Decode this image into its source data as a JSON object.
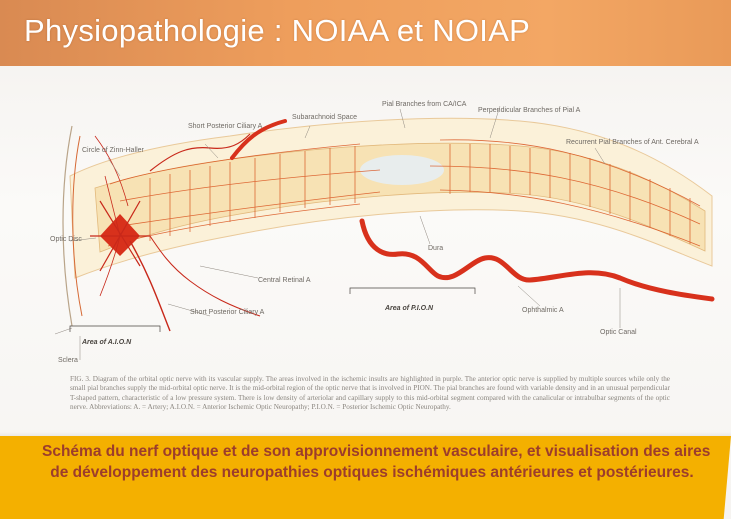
{
  "slide": {
    "title": "Physiopathologie : NOIAA et NOIAP"
  },
  "diagram": {
    "labels": {
      "circle_of_zinn_haller": "Circle of Zinn-Haller",
      "short_posterior_ciliary_a": "Short Posterior Ciliary A",
      "subarachnoid_space": "Subarachnoid Space",
      "pial_branches_of_ciliary": "Pial Branches from CA/ICA",
      "perpendicular_branches": "Perpendicular Branches of Pial A",
      "recurrent_pial_branches": "Recurrent Pial Branches of Ant. Cerebral A",
      "optic_disc": "Optic Disc",
      "dura": "Dura",
      "central_retinal_a": "Central Retinal A",
      "short_posterior_ciliary_a_lower": "Short Posterior Ciliary A",
      "area_of_pion": "Area of P.I.O.N",
      "ophthalmic_a": "Ophthalmic A",
      "optic_canal": "Optic Canal",
      "area_of_aion": "Area of A.I.O.N",
      "sclera": "Sclera"
    }
  },
  "figure_caption": "FIG. 3. Diagram of the orbital optic nerve with its vascular supply. The areas involved in the ischemic insults are highlighted in purple. The anterior optic nerve is supplied by multiple sources while only the small pial branches supply the mid-orbital optic nerve. It is the mid-orbital region of the optic nerve that is involved in PION. The pial branches are found with variable density and in an unusual perpendicular T-shaped pattern, characteristic of a low pressure system. There is low density of arteriolar and capillary supply to this mid-orbital segment compared with the canalicular or intrabulbar segments of the optic nerve. Abbreviations: A. = Artery; A.I.O.N. = Anterior Ischemic Optic Neuropathy; P.I.O.N. = Posterior Ischemic Optic Neuropathy.",
  "bottom_caption": {
    "line1": "Schéma du nerf optique et de son approvisionnement vasculaire, et visualisation des aires",
    "line2": "de développement des neuropathies optiques ischémiques antérieures et  postérieures."
  },
  "colors": {
    "title_bar": "#ee9e5c",
    "bottom_band": "#f4b000",
    "caption_text": "#9c3d2c",
    "artery_red": "#d8311c",
    "nerve_fill": "#f7e2b4"
  }
}
